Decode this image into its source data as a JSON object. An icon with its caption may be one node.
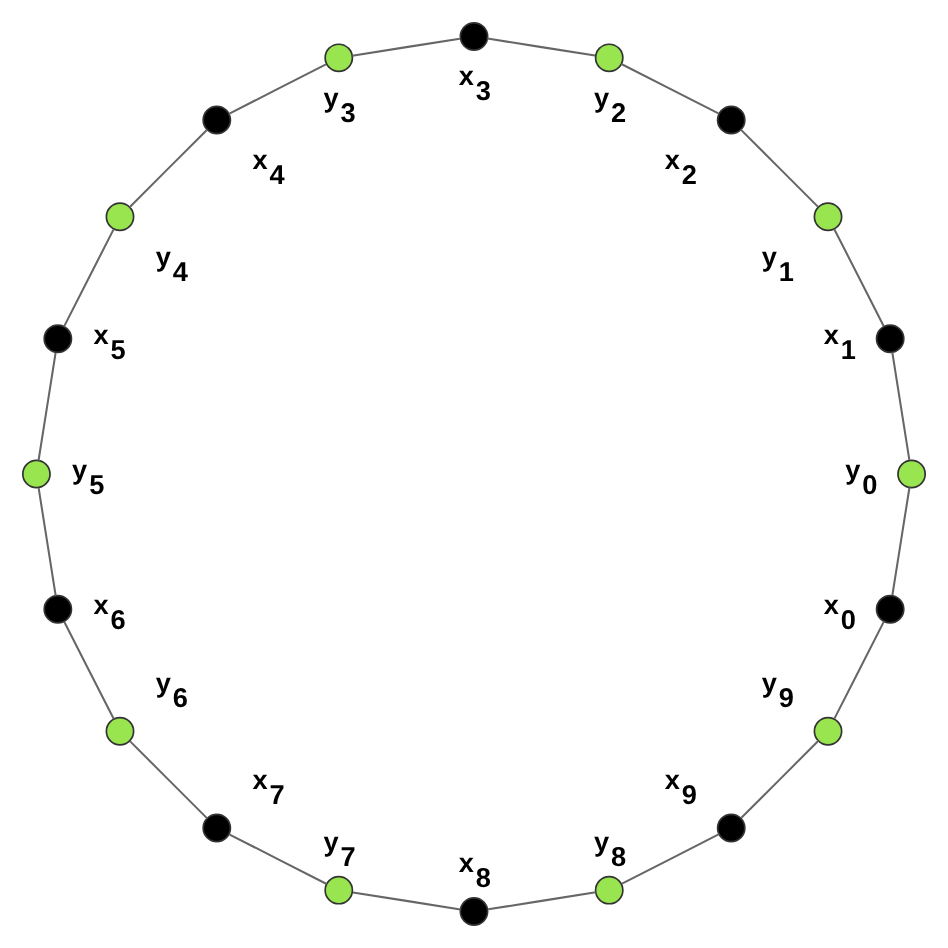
{
  "diagram": {
    "nodes": [
      {
        "text": [],
        "shape": "circle",
        "beside": [
          "x$_{0}$"
        ]
      },
      {
        "text": [],
        "shape": "circle",
        "beside": [
          "y$_{9}$"
        ]
      },
      {
        "text": [],
        "shape": "circle",
        "beside": [
          "x$_{9}$"
        ]
      },
      {
        "text": [],
        "shape": "circle",
        "beside": [
          "y$_{8}$"
        ]
      },
      {
        "text": [],
        "shape": "circle",
        "beside": [
          "x$_{8}$"
        ]
      },
      {
        "text": [],
        "shape": "circle",
        "beside": [
          "y$_{7}$"
        ]
      },
      {
        "text": [],
        "shape": "circle",
        "beside": [
          "x$_{7}$"
        ]
      },
      {
        "text": [],
        "shape": "circle",
        "beside": [
          "y$_{6}$"
        ]
      },
      {
        "text": [],
        "shape": "circle",
        "beside": [
          "x$_{6}$"
        ]
      },
      {
        "text": [],
        "shape": "circle",
        "beside": [
          "y$_{5}$"
        ]
      },
      {
        "text": [],
        "shape": "circle",
        "beside": [
          "x$_{5}$"
        ]
      },
      {
        "text": [],
        "shape": "circle",
        "beside": [
          "y$_{4}$"
        ]
      },
      {
        "text": [],
        "shape": "circle",
        "beside": [
          "x$_{4}$"
        ]
      },
      {
        "text": [],
        "shape": "circle",
        "beside": [
          "y$_{3}$"
        ]
      },
      {
        "text": [],
        "shape": "circle",
        "beside": [
          "x$_{3}$"
        ]
      },
      {
        "text": [],
        "shape": "circle",
        "beside": [
          "y$_{2}$"
        ]
      },
      {
        "text": [],
        "shape": "circle",
        "beside": [
          "x$_{2}$"
        ]
      },
      {
        "text": [],
        "shape": "circle",
        "beside": [
          "y$_{1}$"
        ]
      },
      {
        "text": [],
        "shape": "circle",
        "beside": [
          "x$_{1}$"
        ]
      },
      {
        "text": [],
        "shape": "circle",
        "beside": [
          "y$_{0}$"
        ]
      }
    ],
    "edges": [
      {
        "from": 0,
        "to": 1,
        "arrow": "none"
      },
      {
        "from": 1,
        "to": 2,
        "arrow": "none"
      },
      {
        "from": 2,
        "to": 3,
        "arrow": "none"
      },
      {
        "from": 3,
        "to": 4,
        "arrow": "none"
      },
      {
        "from": 4,
        "to": 5,
        "arrow": "none"
      },
      {
        "from": 5,
        "to": 6,
        "arrow": "none"
      },
      {
        "from": 6,
        "to": 7,
        "arrow": "none"
      },
      {
        "from": 7,
        "to": 8,
        "arrow": "none"
      },
      {
        "from": 8,
        "to": 9,
        "arrow": "none"
      },
      {
        "from": 9,
        "to": 10,
        "arrow": "none"
      },
      {
        "from": 10,
        "to": 11,
        "arrow": "none"
      },
      {
        "from": 11,
        "to": 12,
        "arrow": "none"
      },
      {
        "from": 12,
        "to": 13,
        "arrow": "none"
      },
      {
        "from": 13,
        "to": 14,
        "arrow": "none"
      },
      {
        "from": 14,
        "to": 15,
        "arrow": "none"
      },
      {
        "from": 15,
        "to": 16,
        "arrow": "none"
      },
      {
        "from": 16,
        "to": 17,
        "arrow": "none"
      },
      {
        "from": 17,
        "to": 18,
        "arrow": "none"
      },
      {
        "from": 18,
        "to": 19,
        "arrow": "none"
      },
      {
        "from": 19,
        "to": 0,
        "arrow": "none"
      }
    ]
  }
}
